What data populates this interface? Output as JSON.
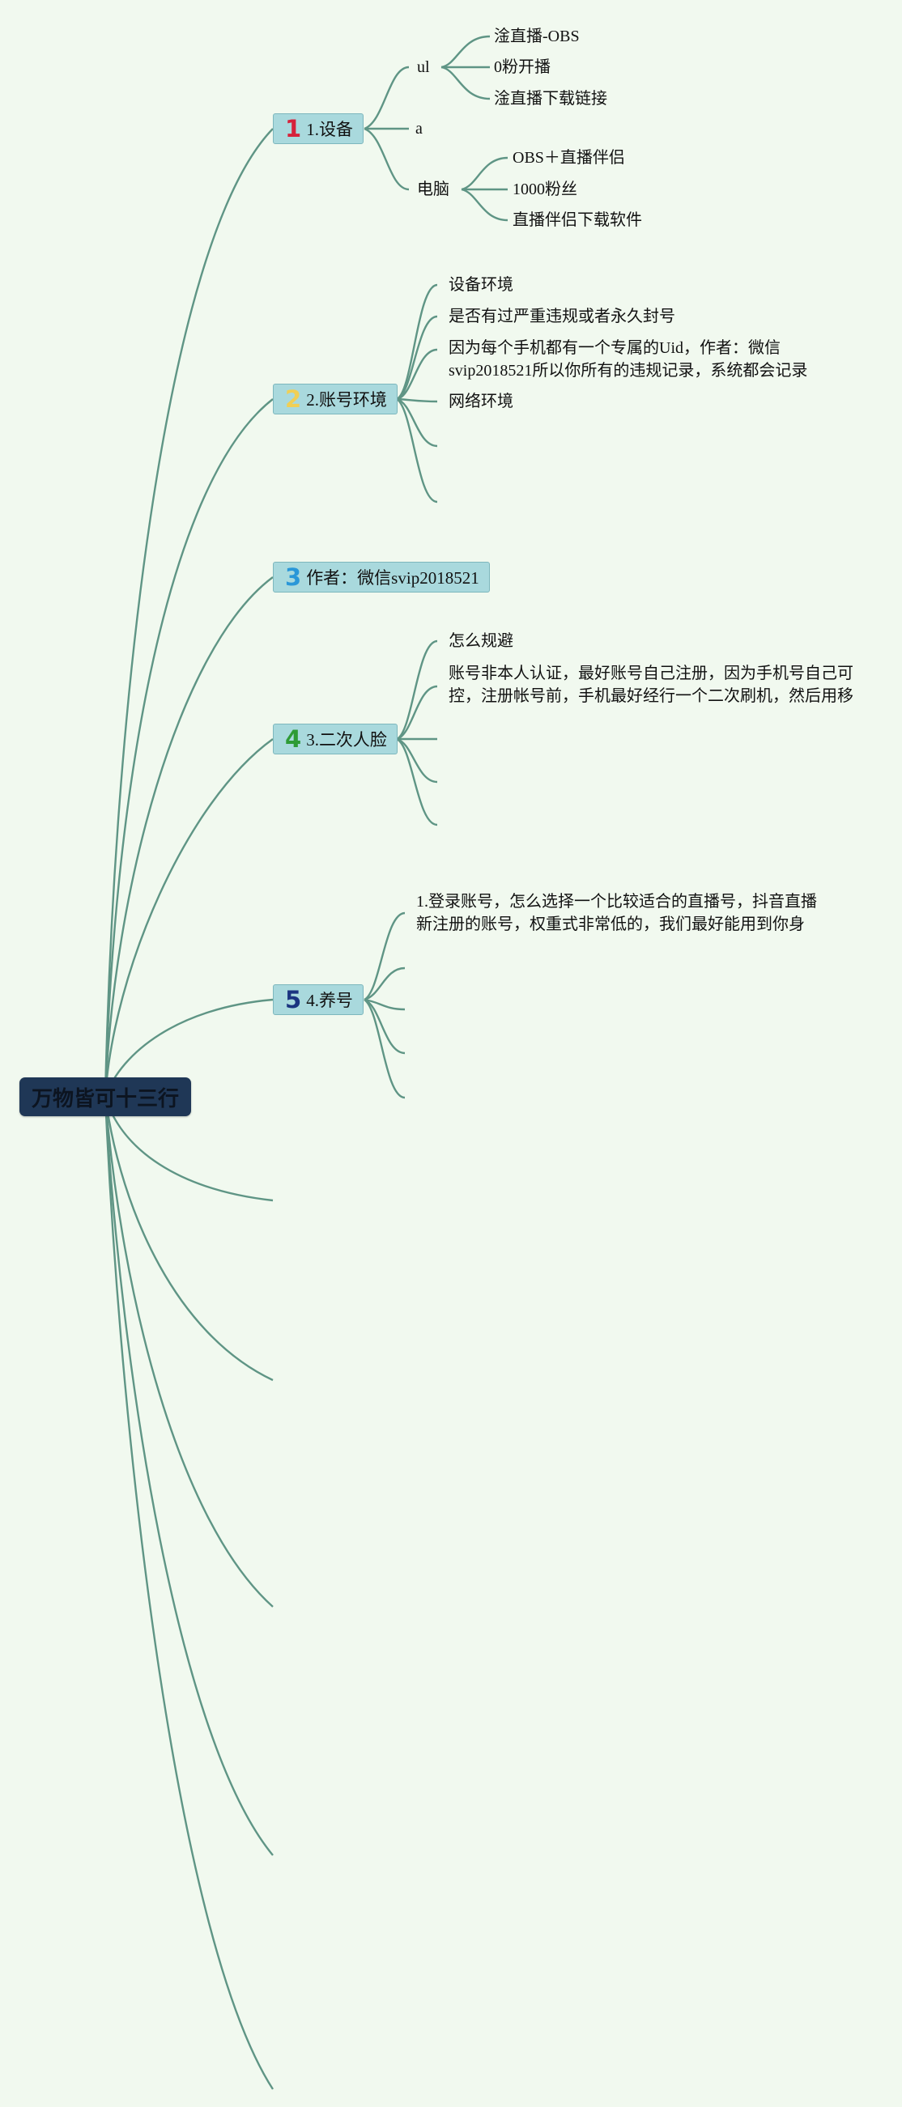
{
  "root": {
    "label": "万物皆可十三行"
  },
  "topics": [
    {
      "number": "1",
      "label": "1.设备",
      "number_color": "#d6223b",
      "children": [
        {
          "label": "ul",
          "children": [
            {
              "label": "淦直播-OBS"
            },
            {
              "label": "0粉开播"
            },
            {
              "label": "淦直播下载链接"
            }
          ]
        },
        {
          "label": "a"
        },
        {
          "label": "电脑",
          "children": [
            {
              "label": "OBS＋直播伴侣"
            },
            {
              "label": "1000粉丝"
            },
            {
              "label": "直播伴侣下载软件"
            }
          ]
        }
      ]
    },
    {
      "number": "2",
      "label": "2.账号环境",
      "number_color": "#f0cf55",
      "children": [
        {
          "label": "设备环境"
        },
        {
          "label": "是否有过严重违规或者永久封号"
        },
        {
          "label": "因为每个手机都有一个专属的Uid，作者：微信svip2018521所以你所有的违规记录，系统都会记录"
        },
        {
          "label": "网络环境"
        }
      ]
    },
    {
      "number": "3",
      "label": "作者：微信svip2018521",
      "number_color": "#2a97d8",
      "children": []
    },
    {
      "number": "4",
      "label": "3.二次人脸",
      "number_color": "#2e9b36",
      "children": [
        {
          "label": "怎么规避"
        },
        {
          "label": "账号非本人认证，最好账号自己注册，因为手机号自己可控，注册帐号前，手机最好经行一个二次刷机，然后用移"
        }
      ]
    },
    {
      "number": "5",
      "label": "4.养号",
      "number_color": "#1a3480",
      "children": [
        {
          "label": "1.登录账号，怎么选择一个比较适合的直播号，抖音直播新注册的账号，权重式非常低的，我们最好能用到你身"
        }
      ]
    }
  ]
}
